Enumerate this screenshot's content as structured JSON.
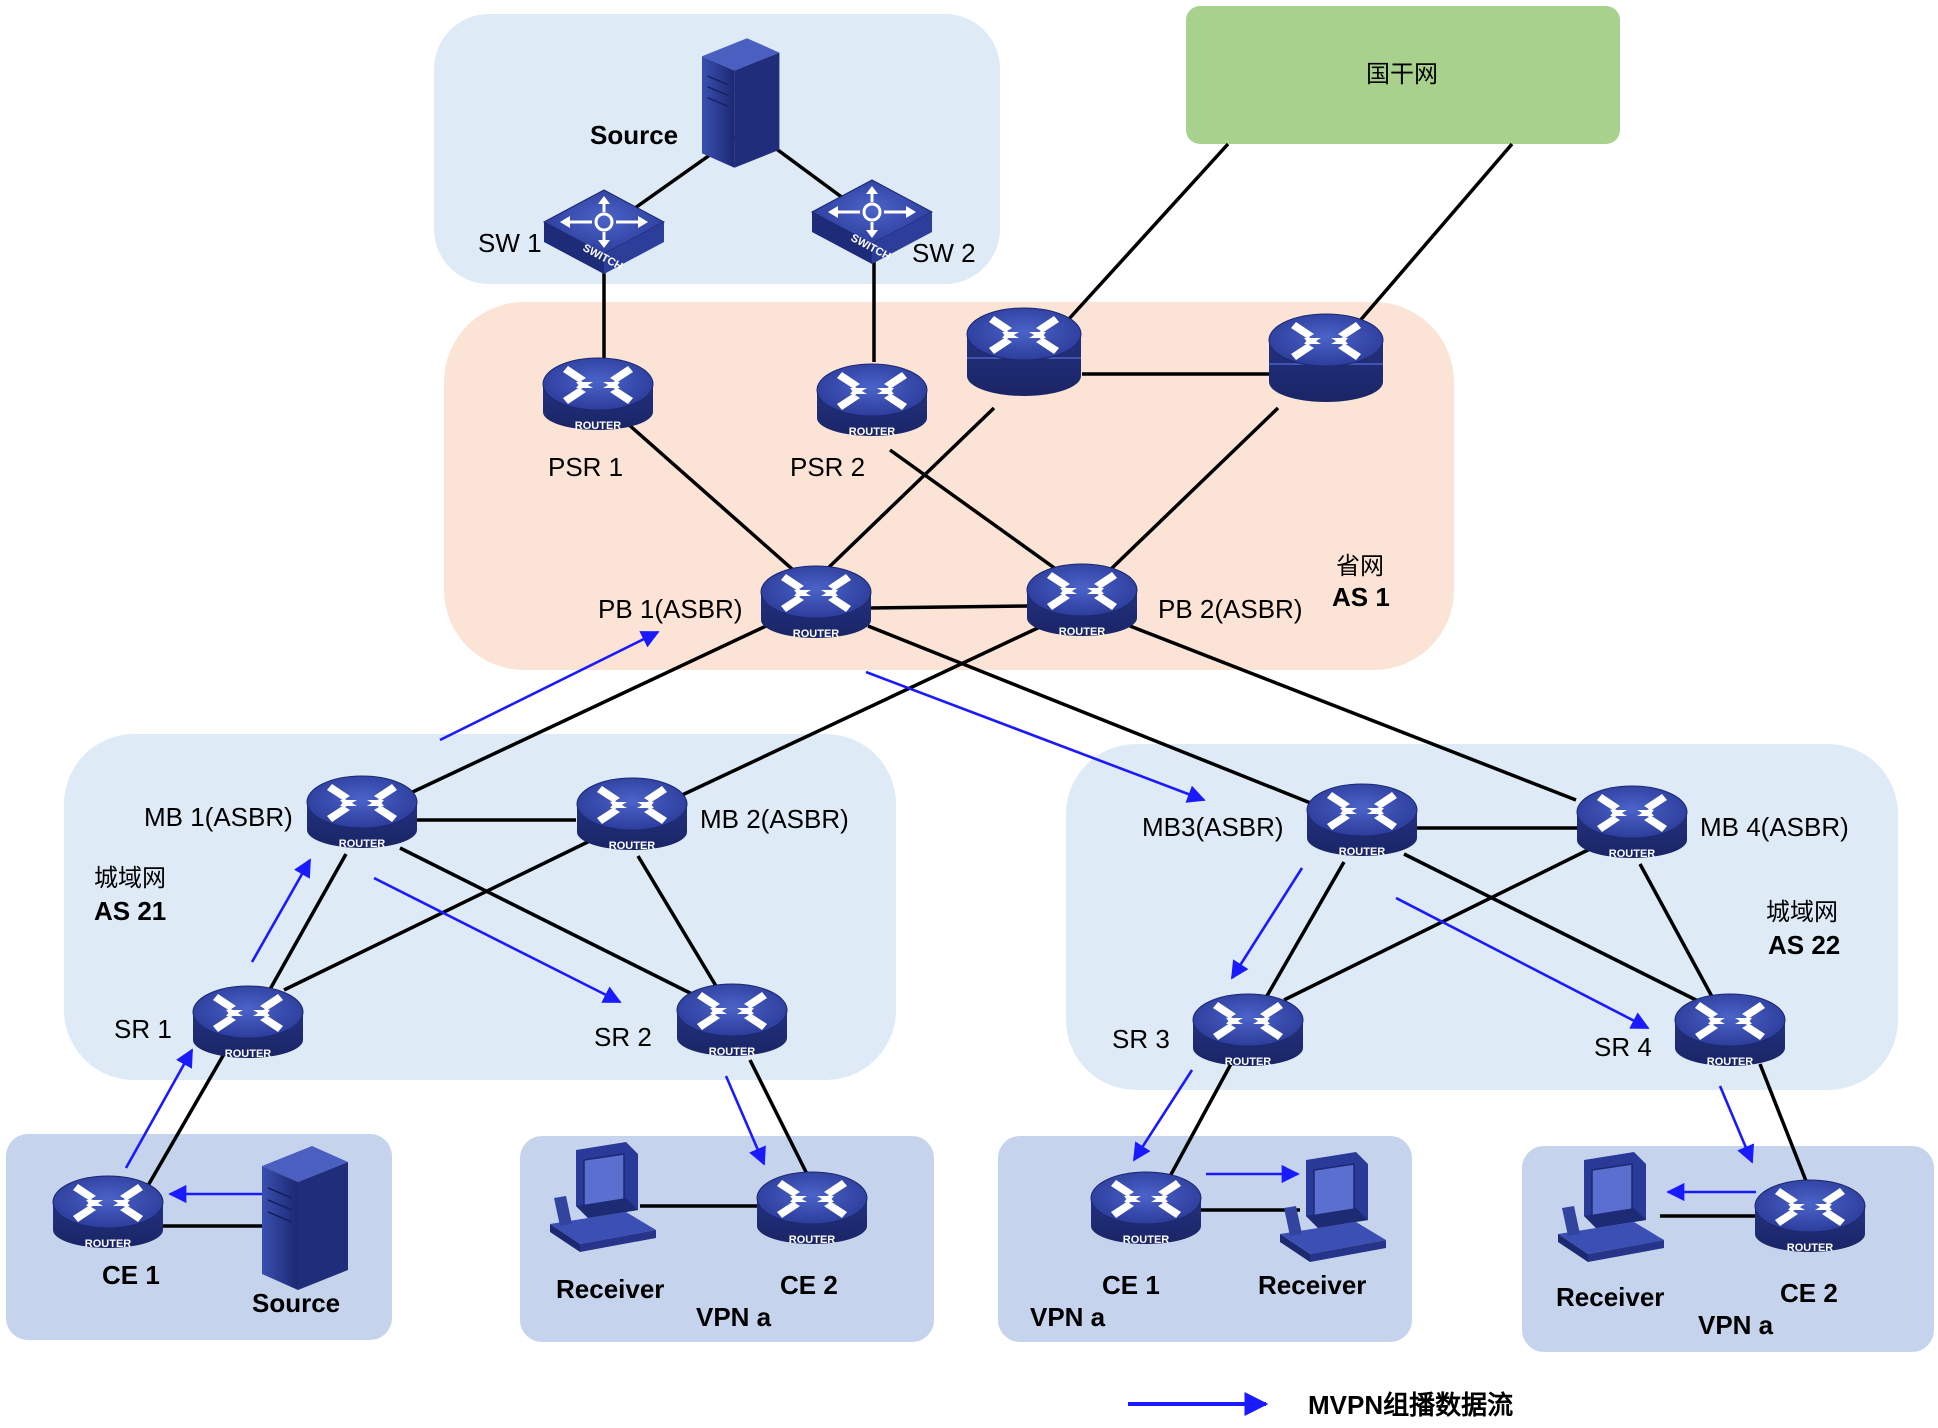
{
  "colors": {
    "flow": "#1a1aff",
    "province": "#fbe4d5",
    "metro": "#deebf7",
    "vpn": "#c5d4ec",
    "backbone": "#a9d18e",
    "device": "#2c3f9c"
  },
  "regions": {
    "source_area": {
      "label": "Source",
      "sw1": "SW 1",
      "sw2": "SW 2"
    },
    "backbone": {
      "label": "国干网"
    },
    "province": {
      "name": "省网",
      "as": "AS 1",
      "psr1": "PSR 1",
      "psr2": "PSR 2",
      "pb1": "PB 1(ASBR)",
      "pb2": "PB 2(ASBR)"
    },
    "metro21": {
      "name": "城域网",
      "as": "AS 21",
      "mb1": "MB 1(ASBR)",
      "mb2": "MB 2(ASBR)",
      "sr1": "SR 1",
      "sr2": "SR 2"
    },
    "metro22": {
      "name": "城域网",
      "as": "AS 22",
      "mb3": "MB3(ASBR)",
      "mb4": "MB 4(ASBR)",
      "sr3": "SR 3",
      "sr4": "SR 4"
    },
    "site1": {
      "ce": "CE 1",
      "host": "Source"
    },
    "site2": {
      "host": "Receiver",
      "ce": "CE 2",
      "vpn": "VPN a"
    },
    "site3": {
      "ce": "CE 1",
      "host": "Receiver",
      "vpn": "VPN a"
    },
    "site4": {
      "host": "Receiver",
      "ce": "CE 2",
      "vpn": "VPN a"
    }
  },
  "device_text": {
    "router": "ROUTER",
    "switch": "SWITCH"
  },
  "legend": {
    "label": "MVPN组播数据流"
  },
  "icons": {
    "router": "router-icon",
    "core_router": "core-router-icon",
    "switch": "switch-icon",
    "server": "server-icon",
    "pc": "pc-icon"
  }
}
